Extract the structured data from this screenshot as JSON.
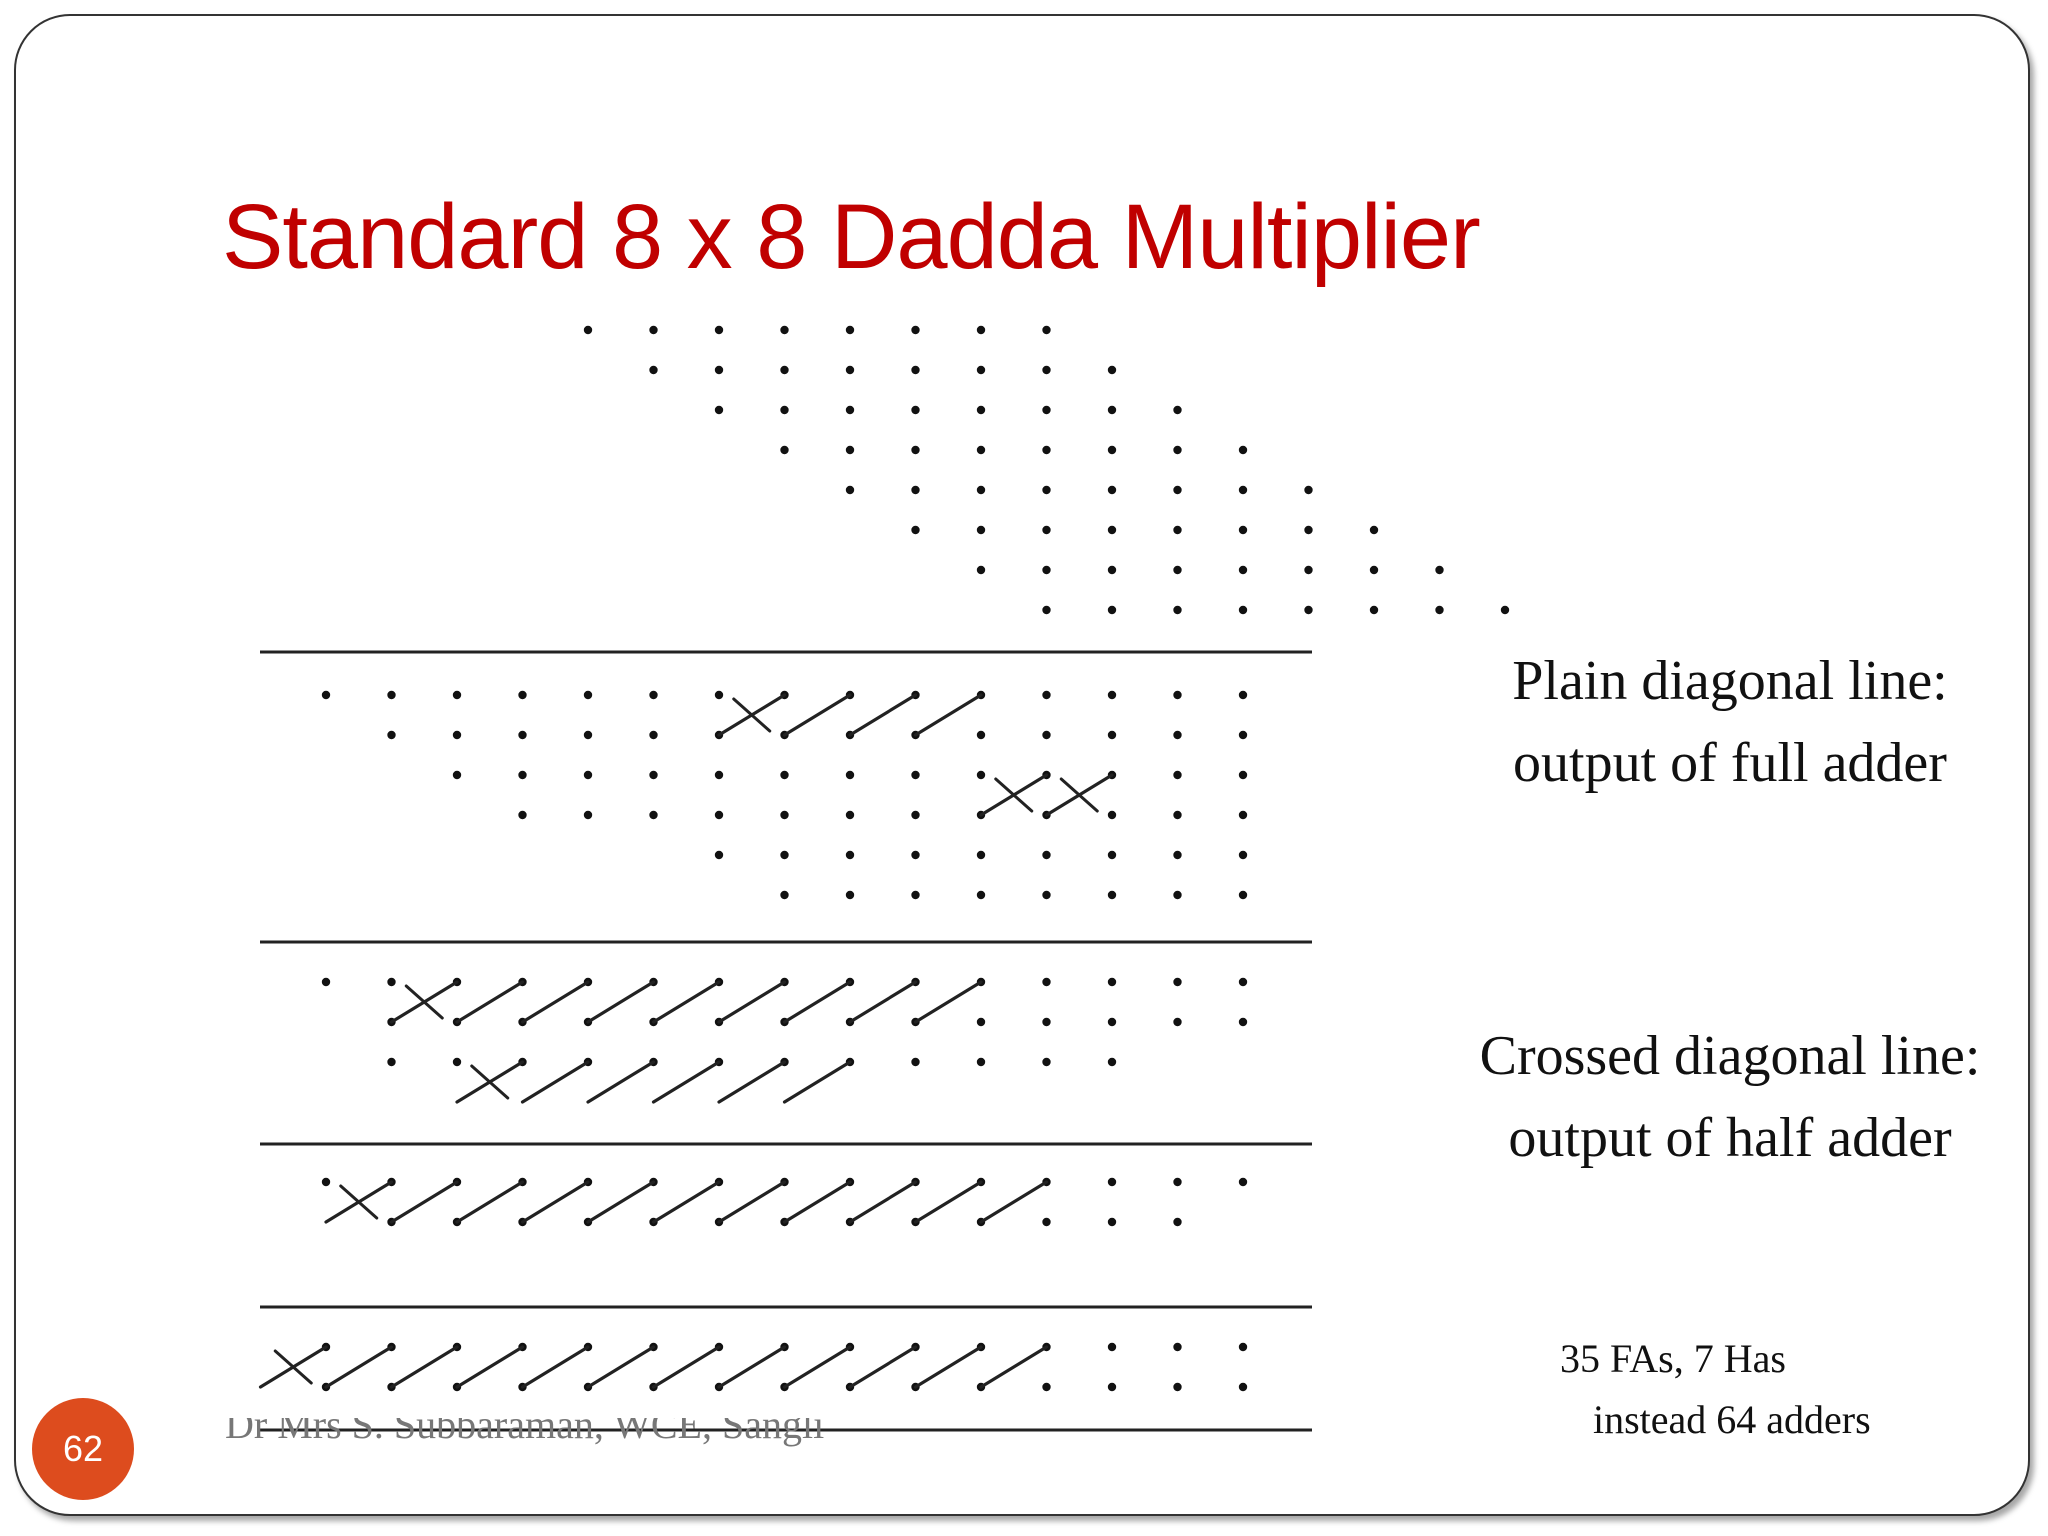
{
  "slide": {
    "title": "Standard 8 x 8 Dadda Multiplier",
    "page_number": "62",
    "footer": "Dr Mrs S. Subbaraman, WCE, Sangli",
    "accent_color": "#c00000",
    "badge_color": "#dd4c1e"
  },
  "legend": {
    "plain": "Plain diagonal line: output of full adder",
    "crossed": "Crossed diagonal line: output of half adder"
  },
  "summary": {
    "line1": "35 FAs, 7 Has",
    "line2": "instead 64 adders"
  },
  "diagram": {
    "stages": [
      {
        "rows": [
          {
            "first": 4,
            "last": 11
          },
          {
            "first": 5,
            "last": 12
          },
          {
            "first": 6,
            "last": 13
          },
          {
            "first": 7,
            "last": 14
          },
          {
            "first": 8,
            "last": 15
          },
          {
            "first": 9,
            "last": 16
          },
          {
            "first": 10,
            "last": 17
          },
          {
            "first": 11,
            "last": 18
          }
        ]
      },
      {
        "rows": [
          {
            "first": 0,
            "last": 14
          },
          {
            "first": 1,
            "last": 14
          },
          {
            "first": 2,
            "last": 14
          },
          {
            "first": 3,
            "last": 14
          },
          {
            "first": 6,
            "last": 14
          },
          {
            "first": 7,
            "last": 14
          }
        ],
        "fa": [
          [
            8,
            0
          ],
          [
            9,
            0
          ],
          [
            10,
            0
          ]
        ],
        "ha": [
          [
            7,
            0
          ],
          [
            12,
            2
          ],
          [
            11,
            2
          ]
        ]
      },
      {
        "rows": [
          {
            "first": 0,
            "last": 14
          },
          {
            "first": 1,
            "last": 14
          },
          {
            "first": 1,
            "last": 12
          }
        ],
        "fa": [
          [
            3,
            0
          ],
          [
            4,
            0
          ],
          [
            5,
            0
          ],
          [
            6,
            0
          ],
          [
            7,
            0
          ],
          [
            8,
            0
          ],
          [
            9,
            0
          ],
          [
            10,
            0
          ],
          [
            4,
            2
          ],
          [
            5,
            2
          ],
          [
            6,
            2
          ],
          [
            7,
            2
          ],
          [
            8,
            2
          ]
        ],
        "ha": [
          [
            2,
            0
          ],
          [
            3,
            2
          ]
        ]
      },
      {
        "rows": [
          {
            "first": 0,
            "last": 14
          },
          {
            "first": 1,
            "last": 13
          }
        ],
        "fa": [
          [
            2,
            0
          ],
          [
            3,
            0
          ],
          [
            4,
            0
          ],
          [
            5,
            0
          ],
          [
            6,
            0
          ],
          [
            7,
            0
          ],
          [
            8,
            0
          ],
          [
            9,
            0
          ],
          [
            10,
            0
          ],
          [
            11,
            0
          ]
        ],
        "ha": [
          [
            1,
            0
          ]
        ]
      },
      {
        "rows": [
          {
            "first": 0,
            "last": 14
          },
          {
            "first": 0,
            "last": 14
          }
        ],
        "fa": [
          [
            1,
            0
          ],
          [
            2,
            0
          ],
          [
            3,
            0
          ],
          [
            4,
            0
          ],
          [
            5,
            0
          ],
          [
            6,
            0
          ],
          [
            7,
            0
          ],
          [
            8,
            0
          ],
          [
            9,
            0
          ],
          [
            10,
            0
          ],
          [
            11,
            0
          ]
        ],
        "ha": [
          [
            0,
            0
          ]
        ]
      }
    ]
  }
}
